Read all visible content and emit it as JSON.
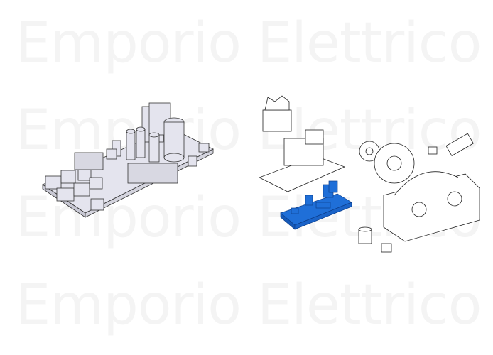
{
  "watermark": {
    "rows": [
      {
        "left": "Emporio",
        "right": "Elettrico"
      },
      {
        "left": "Emporio",
        "right": "Elettrico"
      },
      {
        "left": "Emporio",
        "right": "Elettrico"
      },
      {
        "left": "Emporio",
        "right": "Elettrico"
      }
    ],
    "color": "#f4f4f4"
  },
  "left_panel": {
    "subject": "control-board-isometric",
    "fill": "#e4e4ee",
    "stroke": "#333333"
  },
  "right_panel": {
    "subject": "exploded-gate-motor-parts",
    "highlight_part": "control-board",
    "highlight_color": "#1f6fd8"
  },
  "divider_color": "#555555"
}
